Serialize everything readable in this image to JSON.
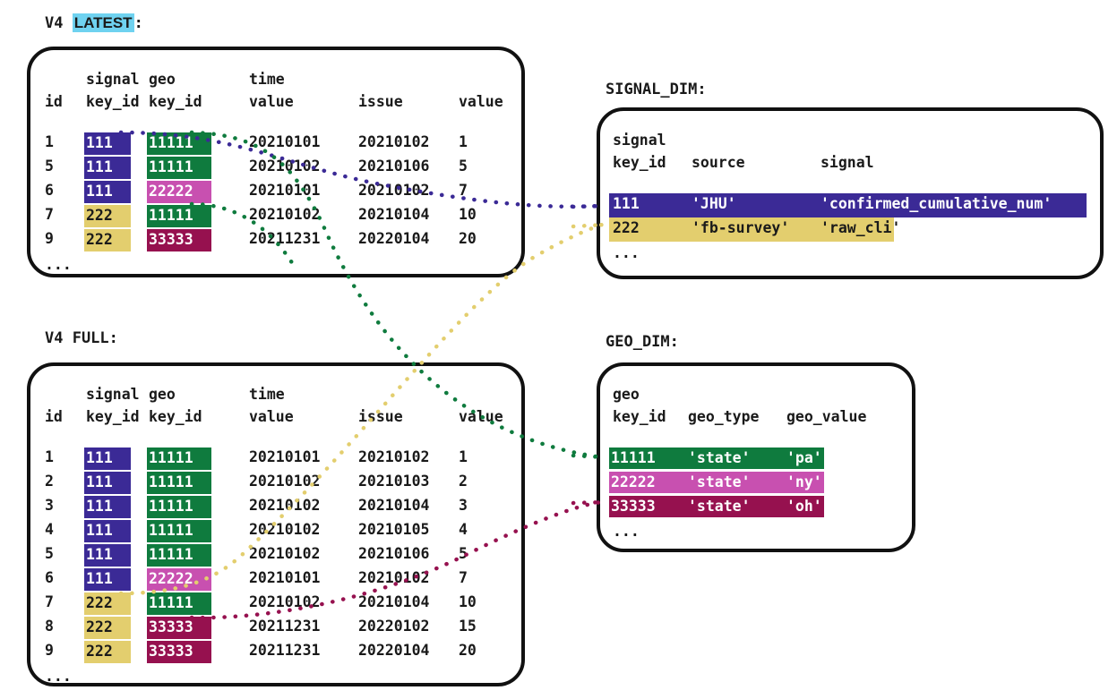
{
  "captions": {
    "latest": {
      "prefix": "V4 ",
      "highlight": "LATEST",
      "suffix": ":",
      "highlight_color": "#6FD2F0"
    },
    "full": {
      "text": "V4 FULL:"
    },
    "signal_dim": {
      "text": "SIGNAL_DIM:"
    },
    "geo_dim": {
      "text": "GEO_DIM:"
    }
  },
  "palette": {
    "signal_111": "#3B2A96",
    "signal_222": "#E3CE6E",
    "geo_11111": "#0F7B3E",
    "geo_22222": "#C850B0",
    "geo_33333": "#96114F",
    "ink": "#1a1a1a",
    "highlight_cyan": "#6FD2F0"
  },
  "fact_table": {
    "header_line1": [
      "",
      "signal",
      "geo",
      "time",
      "",
      ""
    ],
    "header_line2": [
      "id",
      "key_id",
      "key_id",
      "value",
      "issue",
      "value"
    ],
    "ellipsis": "...",
    "latest_rows": [
      {
        "id": "1",
        "signal_key_id": "111",
        "geo_key_id": "11111",
        "time_value": "20210101",
        "issue": "20210102",
        "value": "1"
      },
      {
        "id": "5",
        "signal_key_id": "111",
        "geo_key_id": "11111",
        "time_value": "20210102",
        "issue": "20210106",
        "value": "5"
      },
      {
        "id": "6",
        "signal_key_id": "111",
        "geo_key_id": "22222",
        "time_value": "20210101",
        "issue": "20210102",
        "value": "7"
      },
      {
        "id": "7",
        "signal_key_id": "222",
        "geo_key_id": "11111",
        "time_value": "20210102",
        "issue": "20210104",
        "value": "10"
      },
      {
        "id": "9",
        "signal_key_id": "222",
        "geo_key_id": "33333",
        "time_value": "20211231",
        "issue": "20220104",
        "value": "20"
      }
    ],
    "full_rows": [
      {
        "id": "1",
        "signal_key_id": "111",
        "geo_key_id": "11111",
        "time_value": "20210101",
        "issue": "20210102",
        "value": "1"
      },
      {
        "id": "2",
        "signal_key_id": "111",
        "geo_key_id": "11111",
        "time_value": "20210102",
        "issue": "20210103",
        "value": "2"
      },
      {
        "id": "3",
        "signal_key_id": "111",
        "geo_key_id": "11111",
        "time_value": "20210102",
        "issue": "20210104",
        "value": "3"
      },
      {
        "id": "4",
        "signal_key_id": "111",
        "geo_key_id": "11111",
        "time_value": "20210102",
        "issue": "20210105",
        "value": "4"
      },
      {
        "id": "5",
        "signal_key_id": "111",
        "geo_key_id": "11111",
        "time_value": "20210102",
        "issue": "20210106",
        "value": "5"
      },
      {
        "id": "6",
        "signal_key_id": "111",
        "geo_key_id": "22222",
        "time_value": "20210101",
        "issue": "20210102",
        "value": "7"
      },
      {
        "id": "7",
        "signal_key_id": "222",
        "geo_key_id": "11111",
        "time_value": "20210102",
        "issue": "20210104",
        "value": "10"
      },
      {
        "id": "8",
        "signal_key_id": "222",
        "geo_key_id": "33333",
        "time_value": "20211231",
        "issue": "20220102",
        "value": "15"
      },
      {
        "id": "9",
        "signal_key_id": "222",
        "geo_key_id": "33333",
        "time_value": "20211231",
        "issue": "20220104",
        "value": "20"
      }
    ]
  },
  "signal_dim": {
    "header_line1": [
      "signal",
      "",
      ""
    ],
    "header_line2": [
      "key_id",
      "source",
      "signal"
    ],
    "ellipsis": "...",
    "rows": [
      {
        "key_id": "111",
        "source": "'JHU'",
        "signal": "'confirmed_cumulative_num'"
      },
      {
        "key_id": "222",
        "source": "'fb-survey'",
        "signal": "'raw_cli'"
      }
    ]
  },
  "geo_dim": {
    "header_line1": [
      "geo",
      "",
      ""
    ],
    "header_line2": [
      "key_id",
      "geo_type",
      "geo_value"
    ],
    "ellipsis": "...",
    "rows": [
      {
        "key_id": "11111",
        "geo_type": "'state'",
        "geo_value": "'pa'"
      },
      {
        "key_id": "22222",
        "geo_type": "'state'",
        "geo_value": "'ny'"
      },
      {
        "key_id": "33333",
        "geo_type": "'state'",
        "geo_value": "'oh'"
      }
    ]
  }
}
